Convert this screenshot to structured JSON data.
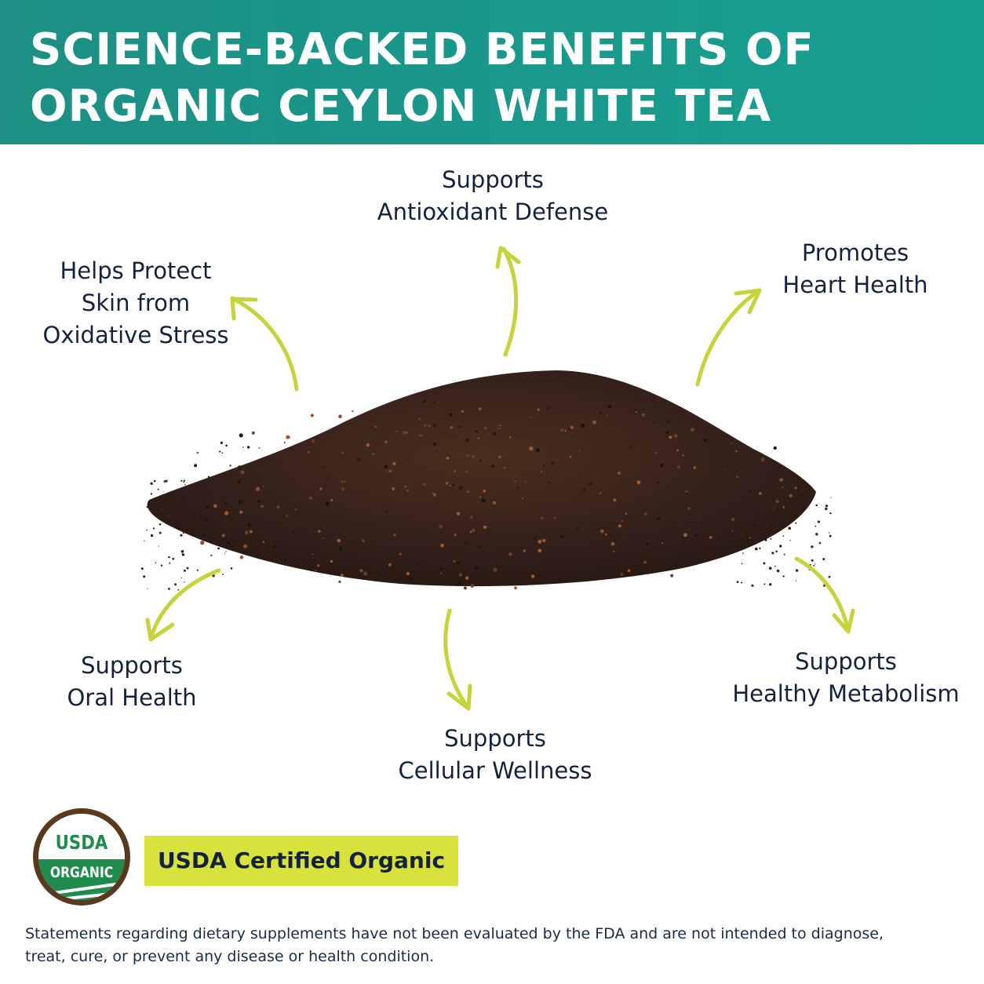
{
  "header": {
    "title_line1": "SCIENCE-BACKED BENEFITS OF",
    "title_line2": "ORGANIC CEYLON WHITE TEA"
  },
  "benefits": {
    "antioxidant": {
      "line1": "Supports",
      "line2": "Antioxidant Defense"
    },
    "skin": {
      "line1": "Helps Protect",
      "line2": "Skin from",
      "line3": "Oxidative Stress"
    },
    "heart": {
      "line1": "Promotes",
      "line2": "Heart Health"
    },
    "oral": {
      "line1": "Supports",
      "line2": "Oral Health"
    },
    "cellular": {
      "line1": "Supports",
      "line2": "Cellular Wellness"
    },
    "metabolism": {
      "line1": "Supports",
      "line2": "Healthy Metabolism"
    }
  },
  "certification": {
    "seal_top": "USDA",
    "seal_bottom": "ORGANIC",
    "badge_label": "USDA Certified Organic"
  },
  "disclaimer": {
    "line1": "Statements regarding dietary supplements have not been evaluated by the FDA and are not intended to diagnose,",
    "line2": "treat, cure, or prevent any disease or health condition."
  },
  "colors": {
    "header_bg": "#1d8f84",
    "arrow": "#c6d33a",
    "badge_bg": "#d8e23c",
    "text_dark": "#14223f",
    "seal_green": "#1f8b4c",
    "seal_brown": "#5a3a1e",
    "tea": "#3a2418"
  },
  "icons": {
    "arrow": "curved-arrow-icon",
    "seal": "usda-organic-seal"
  }
}
